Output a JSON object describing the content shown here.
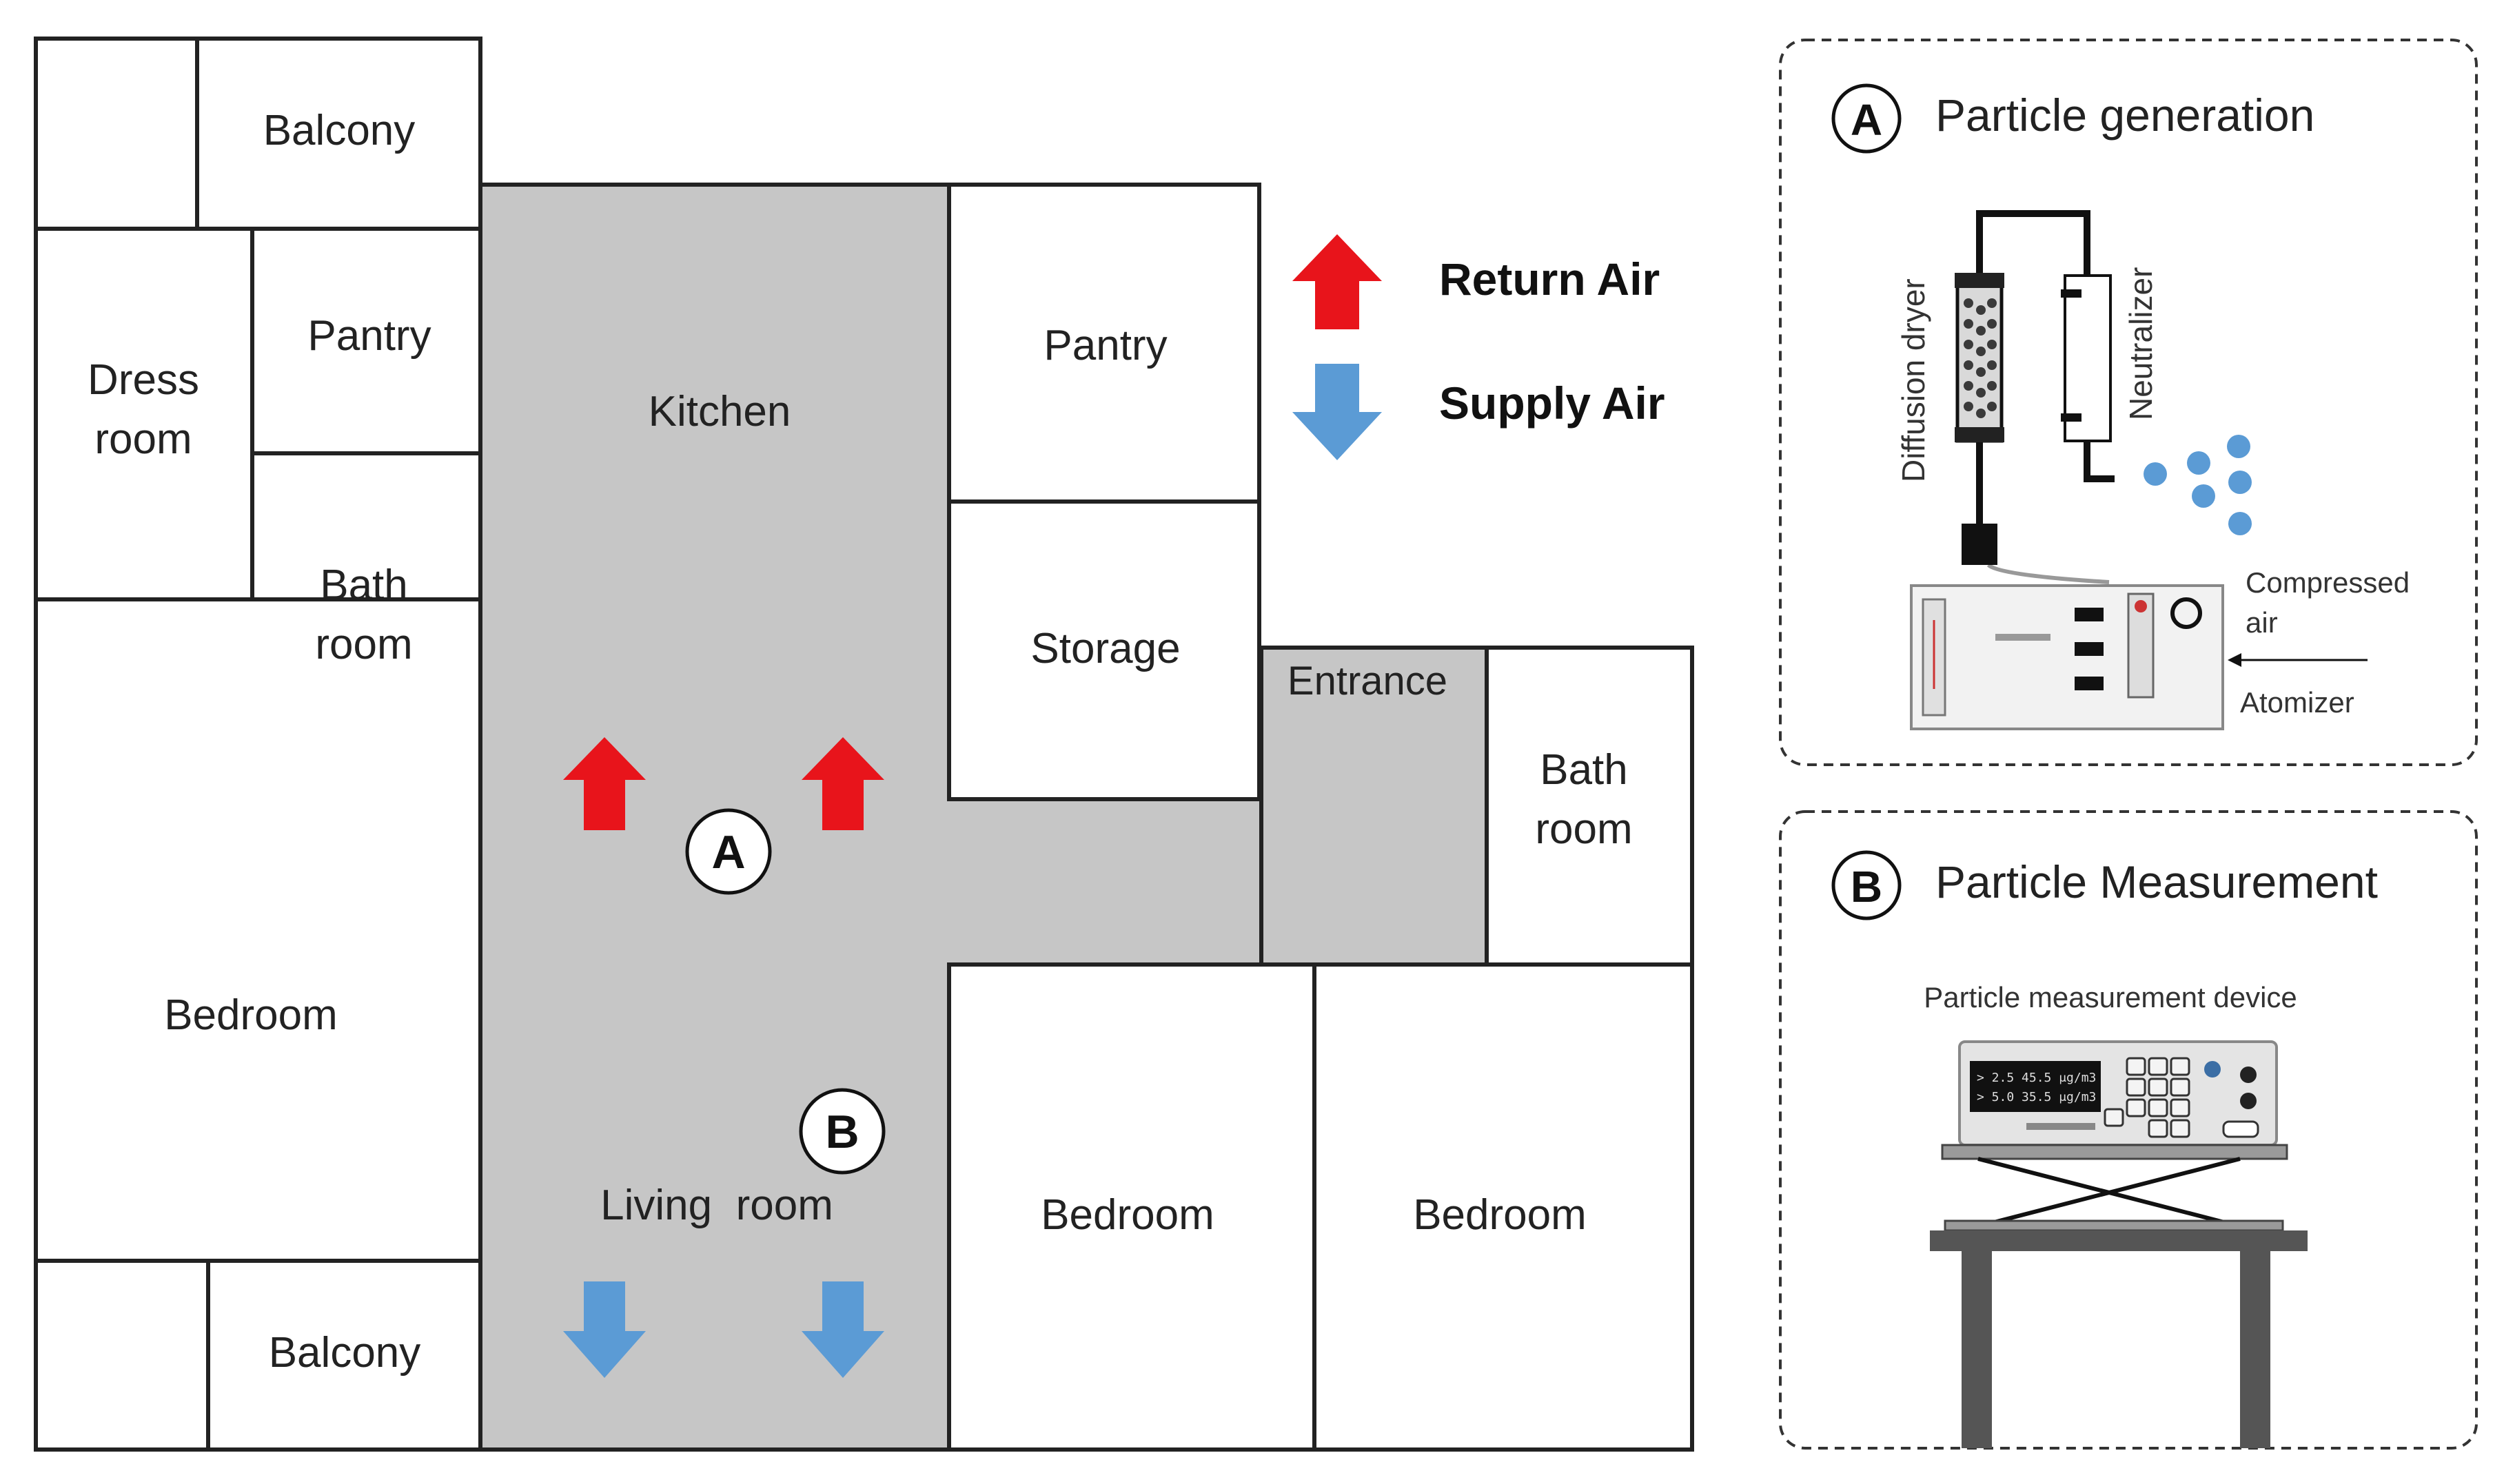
{
  "floor_plan": {
    "rooms": {
      "balcony_top": "Balcony",
      "dress_room": [
        "Dress",
        "room"
      ],
      "pantry_left": "Pantry",
      "bath_room_left": [
        "Bath",
        "room"
      ],
      "kitchen": "Kitchen",
      "pantry_right": "Pantry",
      "storage": "Storage",
      "entrance": "Entrance",
      "bath_room_right": [
        "Bath",
        "room"
      ],
      "bedroom_left": "Bedroom",
      "living_room": "Living  room",
      "bedroom_mid": "Bedroom",
      "bedroom_right": "Bedroom",
      "balcony_bottom": "Balcony"
    },
    "markers": {
      "a": "A",
      "b": "B"
    }
  },
  "legend": {
    "return_air": "Return Air",
    "supply_air": "Supply Air",
    "return_color": "#e8141b",
    "supply_color": "#5b9bd5"
  },
  "panel_a": {
    "badge": "A",
    "title": "Particle generation",
    "labels": {
      "diffusion_dryer": "Diffusion dryer",
      "neutralizer": "Neutralizer",
      "compressed_air": [
        "Compressed",
        "air"
      ],
      "atomizer": "Atomizer"
    },
    "particle_color": "#5b9bd5"
  },
  "panel_b": {
    "badge": "B",
    "title": "Particle Measurement",
    "device_label": "Particle measurement device",
    "screen_lines": [
      "> 2.5   45.5 μg/m3",
      "> 5.0   35.5 μg/m3"
    ]
  }
}
